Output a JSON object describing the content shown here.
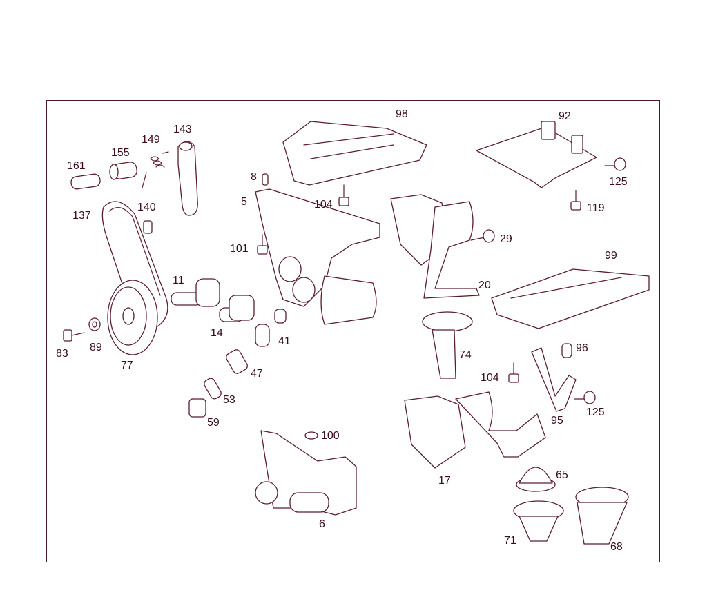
{
  "diagram": {
    "colors": {
      "line": "#5a1f2a",
      "text": "#3a0f18",
      "frame": "#4a1a22",
      "background": "#ffffff"
    },
    "callouts": [
      {
        "id": "161",
        "label": "161"
      },
      {
        "id": "155",
        "label": "155"
      },
      {
        "id": "149",
        "label": "149"
      },
      {
        "id": "143",
        "label": "143"
      },
      {
        "id": "8",
        "label": "8"
      },
      {
        "id": "5",
        "label": "5"
      },
      {
        "id": "104a",
        "label": "104"
      },
      {
        "id": "98",
        "label": "98"
      },
      {
        "id": "92",
        "label": "92"
      },
      {
        "id": "125a",
        "label": "125"
      },
      {
        "id": "119",
        "label": "119"
      },
      {
        "id": "137",
        "label": "137"
      },
      {
        "id": "140",
        "label": "140"
      },
      {
        "id": "101",
        "label": "101"
      },
      {
        "id": "29",
        "label": "29"
      },
      {
        "id": "99",
        "label": "99"
      },
      {
        "id": "11",
        "label": "11"
      },
      {
        "id": "20",
        "label": "20"
      },
      {
        "id": "14",
        "label": "14"
      },
      {
        "id": "41",
        "label": "41"
      },
      {
        "id": "83",
        "label": "83"
      },
      {
        "id": "89",
        "label": "89"
      },
      {
        "id": "77",
        "label": "77"
      },
      {
        "id": "74",
        "label": "74"
      },
      {
        "id": "47",
        "label": "47"
      },
      {
        "id": "96",
        "label": "96"
      },
      {
        "id": "104b",
        "label": "104"
      },
      {
        "id": "53",
        "label": "53"
      },
      {
        "id": "59",
        "label": "59"
      },
      {
        "id": "125b",
        "label": "125"
      },
      {
        "id": "95",
        "label": "95"
      },
      {
        "id": "100",
        "label": "100"
      },
      {
        "id": "65",
        "label": "65"
      },
      {
        "id": "17",
        "label": "17"
      },
      {
        "id": "6",
        "label": "6"
      },
      {
        "id": "71",
        "label": "71"
      },
      {
        "id": "68",
        "label": "68"
      }
    ]
  }
}
